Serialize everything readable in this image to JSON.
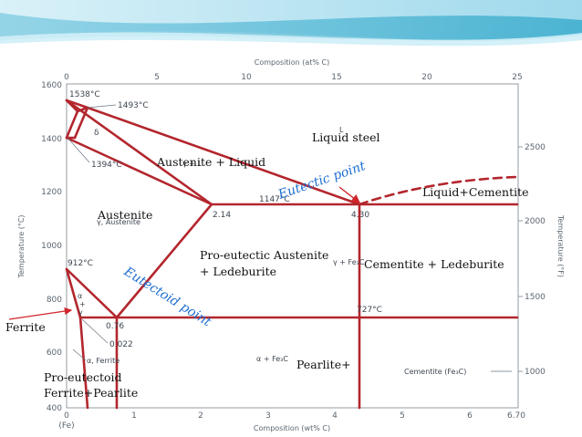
{
  "colors": {
    "line": "#b3262d",
    "arrow": "#d0262c",
    "callout": "#1f6fd1",
    "banner_light": "#bfe6f2",
    "banner_dark": "#2fa7c9"
  },
  "axes": {
    "top_title": "Composition (at% C)",
    "bottom_title": "Composition (wt% C)",
    "left_title": "Temperature (°C)",
    "right_title": "Temperature (°F)",
    "bottom_ticks": [
      "0",
      "1",
      "2",
      "3",
      "4",
      "5",
      "6",
      "6.70"
    ],
    "bottom_origin": "(Fe)",
    "top_ticks": [
      "0",
      "5",
      "10",
      "15",
      "20",
      "25"
    ],
    "left_ticks": [
      "400",
      "600",
      "800",
      "1000",
      "1200",
      "1400",
      "1600"
    ],
    "right_ticks": [
      "1000",
      "1500",
      "2000",
      "2500"
    ]
  },
  "points": {
    "t1538": "1538°C",
    "t1493": "1493°C",
    "t1394": "1394°C",
    "t1147": "1147°C",
    "t912": "912°C",
    "t727": "727°C",
    "c214": "2.14",
    "c430": "4.30",
    "c076": "0.76",
    "c0022": "0.022"
  },
  "phases": {
    "delta": "δ",
    "L": "L",
    "gamma_L": "γ + L",
    "gamma_austenite": "γ, Austenite",
    "gamma_fe3c": "γ + Fe₃C",
    "alpha": "α",
    "plus": "+",
    "gamma": "γ",
    "alpha_ferrite": "α, Ferrite",
    "alpha_fe3c": "α + Fe₃C",
    "cementite": "Cementite (Fe₃C)"
  },
  "annotations": {
    "liquid_steel": "Liquid steel",
    "austenite_liquid": "Austenite + Liquid",
    "liquid_cementite": "Liquid+Cementite",
    "austenite": "Austenite",
    "pro_eutectic_1": "Pro-eutectic Austenite",
    "pro_eutectic_2": "+ Ledeburite",
    "cementite_ledeburite": "Cementite + Ledeburite",
    "ferrite": "Ferrite",
    "pearlite": "Pearlite+",
    "pro_eutectoid_1": "Pro-eutectoid",
    "pro_eutectoid_2": "Ferrite+Pearlite",
    "eutectic_point": "Eutectic point",
    "eutectoid_point": "Eutectoid point"
  }
}
